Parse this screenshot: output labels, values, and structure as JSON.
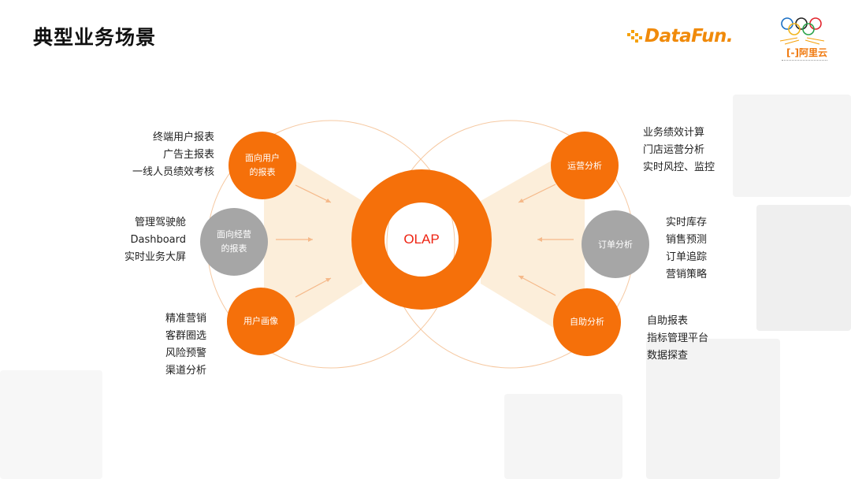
{
  "title": "典型业务场景",
  "brand": {
    "datafun": "DataFun.",
    "aliyun": "阿里云"
  },
  "colors": {
    "orange": "#f5700a",
    "gray": "#a6a6a6",
    "beam": "#fcebd3",
    "ring": "#f6c9a2",
    "olap_text": "#ee2211"
  },
  "center": {
    "label": "OLAP"
  },
  "left_nodes": [
    {
      "label": "面向用户\n的报表",
      "color": "orange",
      "items": [
        "终端用户报表",
        "广告主报表",
        "一线人员绩效考核"
      ]
    },
    {
      "label": "面向经营\n的报表",
      "color": "gray",
      "items": [
        "管理驾驶舱",
        "Dashboard",
        "实时业务大屏"
      ]
    },
    {
      "label": "用户画像",
      "color": "orange",
      "items": [
        "精准营销",
        "客群圈选",
        "风险预警",
        "渠道分析"
      ]
    }
  ],
  "right_nodes": [
    {
      "label": "运营分析",
      "color": "orange",
      "items": [
        "业务绩效计算",
        "门店运营分析",
        "实时风控、监控"
      ]
    },
    {
      "label": "订单分析",
      "color": "gray",
      "items": [
        "实时库存",
        "销售预测",
        "订单追踪",
        "营销策略"
      ]
    },
    {
      "label": "自助分析",
      "color": "orange",
      "items": [
        "自助报表",
        "指标管理平台",
        "数据探查"
      ]
    }
  ]
}
